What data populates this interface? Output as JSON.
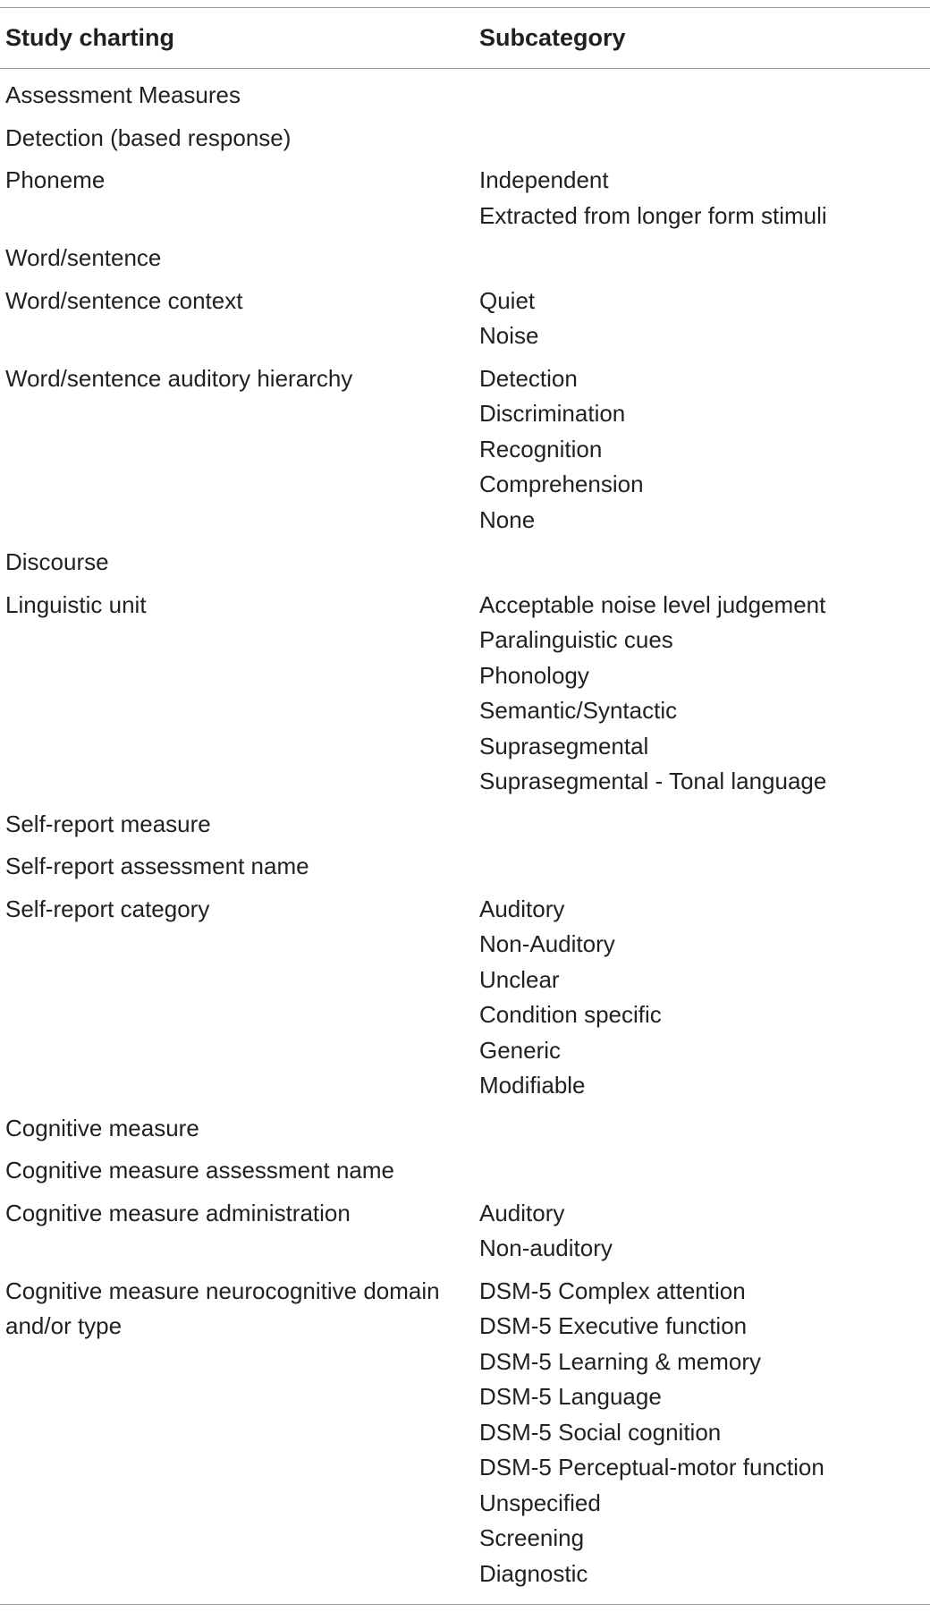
{
  "table": {
    "headers": {
      "col1": "Study charting",
      "col2": "Subcategory"
    },
    "rows": [
      {
        "item": "Assessment Measures",
        "subs": []
      },
      {
        "item": "Detection (based response)",
        "subs": []
      },
      {
        "item": "Phoneme",
        "subs": [
          "Independent",
          "Extracted from longer form stimuli"
        ]
      },
      {
        "item": "Word/sentence",
        "subs": []
      },
      {
        "item": "Word/sentence context",
        "subs": [
          "Quiet",
          "Noise"
        ]
      },
      {
        "item": "Word/sentence auditory hierarchy",
        "subs": [
          "Detection",
          "Discrimination",
          "Recognition",
          "Comprehension",
          "None"
        ]
      },
      {
        "item": "Discourse",
        "subs": []
      },
      {
        "item": "Linguistic unit",
        "subs": [
          "Acceptable noise level judgement",
          "Paralinguistic cues",
          "Phonology",
          "Semantic/Syntactic",
          "Suprasegmental",
          "Suprasegmental - Tonal language"
        ]
      },
      {
        "item": "Self-report measure",
        "subs": []
      },
      {
        "item": "Self-report assessment name",
        "subs": []
      },
      {
        "item": "Self-report category",
        "subs": [
          "Auditory",
          "Non-Auditory",
          "Unclear",
          "Condition specific",
          "Generic",
          "Modifiable"
        ]
      },
      {
        "item": "Cognitive measure",
        "subs": []
      },
      {
        "item": "Cognitive measure assessment name",
        "subs": []
      },
      {
        "item": "Cognitive measure administration",
        "subs": [
          "Auditory",
          "Non-auditory"
        ]
      },
      {
        "item": "Cognitive measure neurocognitive domain and/or type",
        "subs": [
          "DSM-5 Complex attention",
          "DSM-5 Executive function",
          "DSM-5 Learning & memory",
          "DSM-5 Language",
          "DSM-5 Social cognition",
          "DSM-5 Perceptual-motor function",
          "Unspecified",
          "Screening",
          "Diagnostic"
        ]
      }
    ]
  }
}
